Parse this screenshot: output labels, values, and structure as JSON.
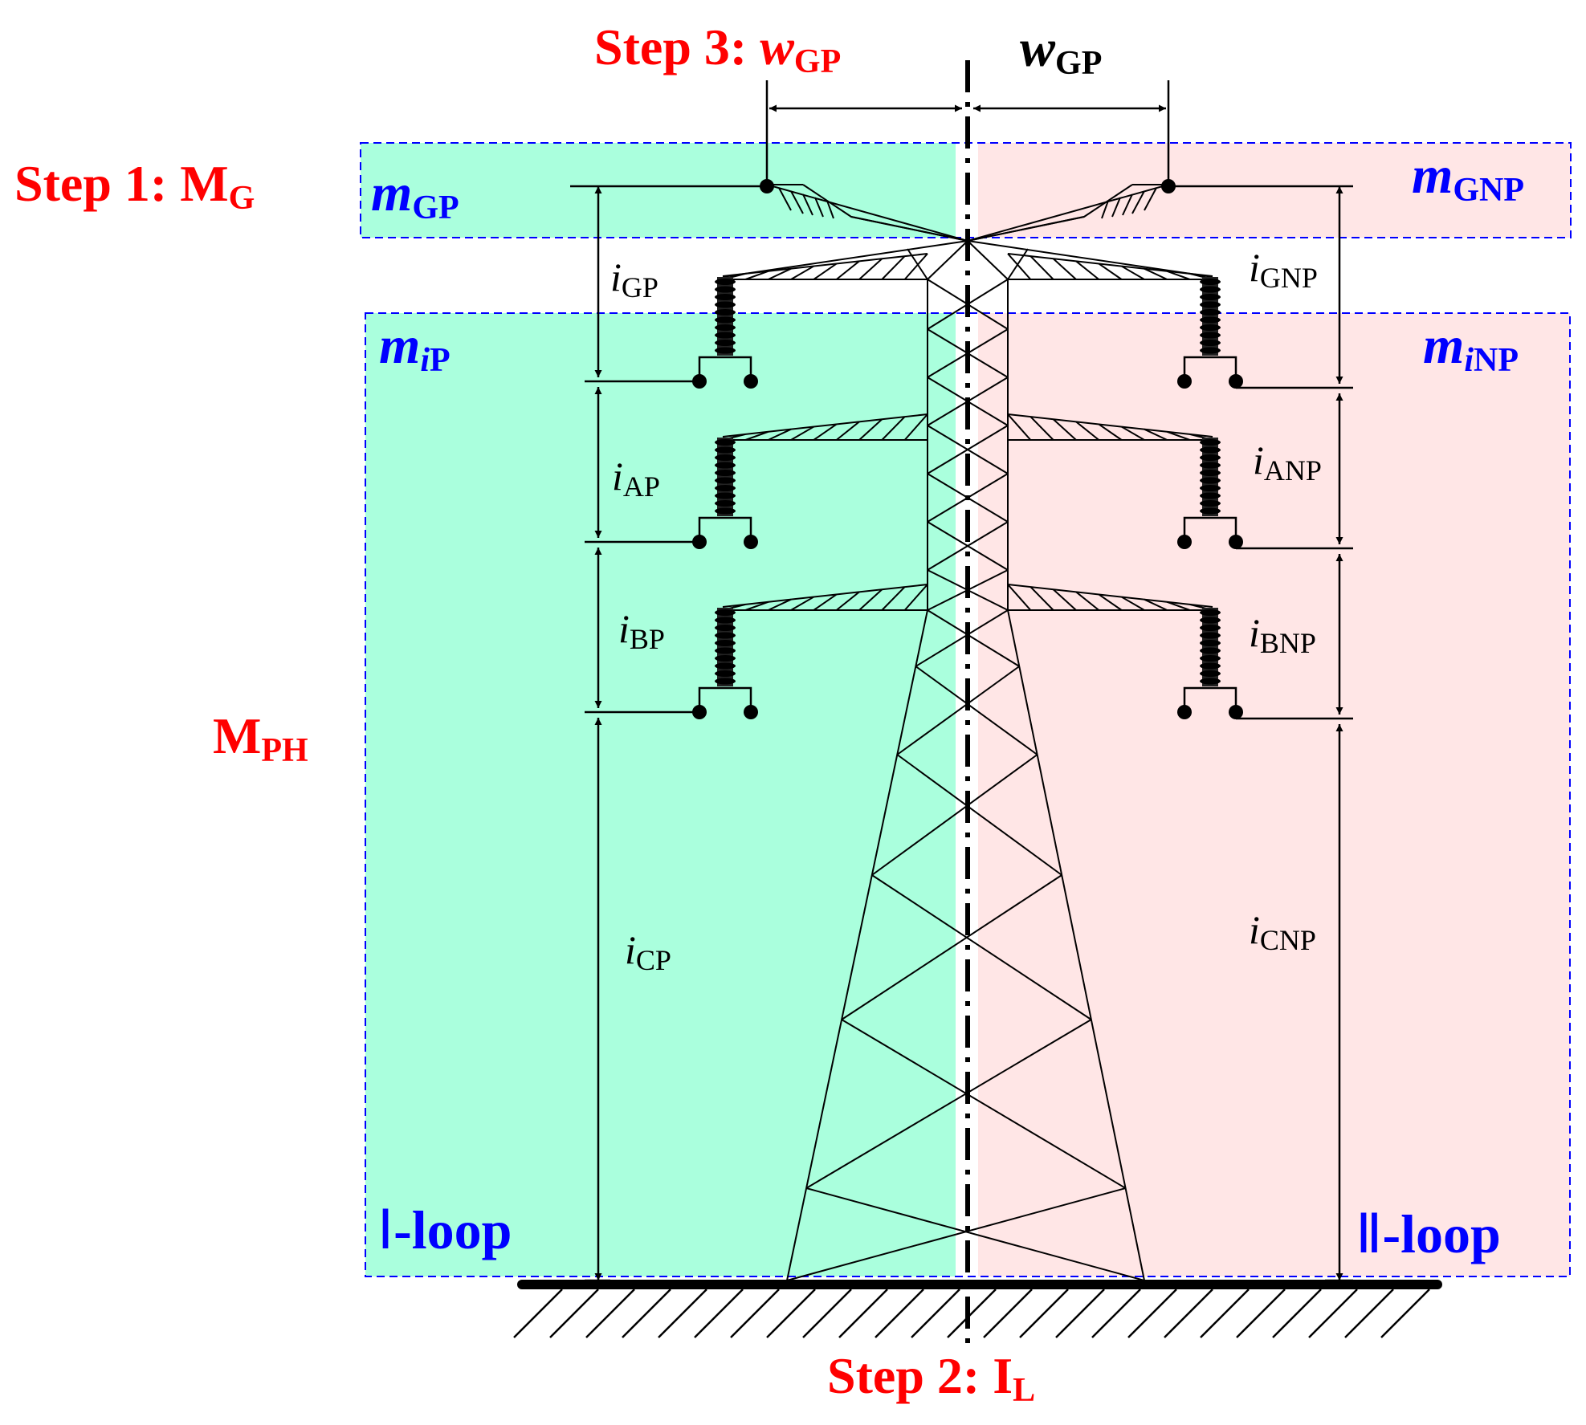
{
  "colors": {
    "loop1_fill": "#aaffdd",
    "loop2_fill": "#ffe6e6",
    "annotation_red": "#ff0000",
    "annotation_blue": "#0000ff",
    "line": "#000000"
  },
  "steps": {
    "step1": {
      "prefix": "Step 1: M",
      "sub": "G"
    },
    "step2": {
      "prefix": "Step 2: I",
      "sub": "L"
    },
    "step3": {
      "prefix": "Step 3: ",
      "var": "w",
      "sub": "GP"
    },
    "mph": {
      "main": "M",
      "sub": "PH"
    }
  },
  "width_labels": {
    "right": {
      "var": "w",
      "sub": "GP"
    }
  },
  "box_labels": {
    "m_gp": {
      "var": "m",
      "sub": "GP"
    },
    "m_gnp": {
      "var": "m",
      "sub": "GNP"
    },
    "m_ip": {
      "var": "m",
      "sub_i": "i",
      "sub": "P"
    },
    "m_inp": {
      "var": "m",
      "sub_i": "i",
      "sub": "NP"
    }
  },
  "loops": {
    "loop1": {
      "numeral": "Ⅰ",
      "text": "-loop"
    },
    "loop2": {
      "numeral": "Ⅱ",
      "text": "-loop"
    }
  },
  "currents_left": [
    {
      "var": "i",
      "sub": "GP"
    },
    {
      "var": "i",
      "sub": "AP"
    },
    {
      "var": "i",
      "sub": "BP"
    },
    {
      "var": "i",
      "sub": "CP"
    }
  ],
  "currents_right": [
    {
      "var": "i",
      "sub": "GNP"
    },
    {
      "var": "i",
      "sub": "ANP"
    },
    {
      "var": "i",
      "sub": "BNP"
    },
    {
      "var": "i",
      "sub": "CNP"
    }
  ],
  "icons": {
    "tower": "lattice-transmission-tower-icon",
    "ground": "ground-hatch-icon",
    "insulator": "insulator-string-icon"
  }
}
